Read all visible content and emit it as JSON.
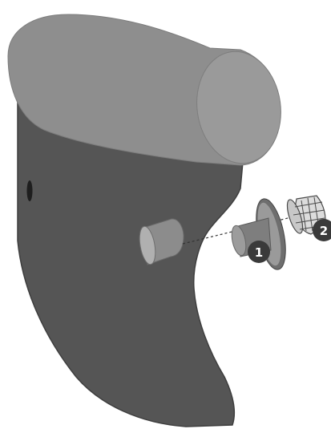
{
  "diagram": {
    "callouts": [
      {
        "label": "1"
      },
      {
        "label": "2"
      }
    ],
    "colors": {
      "tube": "#8e8e8e",
      "tube_end": "#9a9a9a",
      "body": "#555555",
      "body_edge": "#3e3e3e",
      "fitting": "#8a8a8a",
      "badge": "#3a3a3a"
    },
    "parts": [
      "tube-cushion",
      "body-panel",
      "port-stub",
      "flange-fitting",
      "mesh-strainer"
    ]
  }
}
